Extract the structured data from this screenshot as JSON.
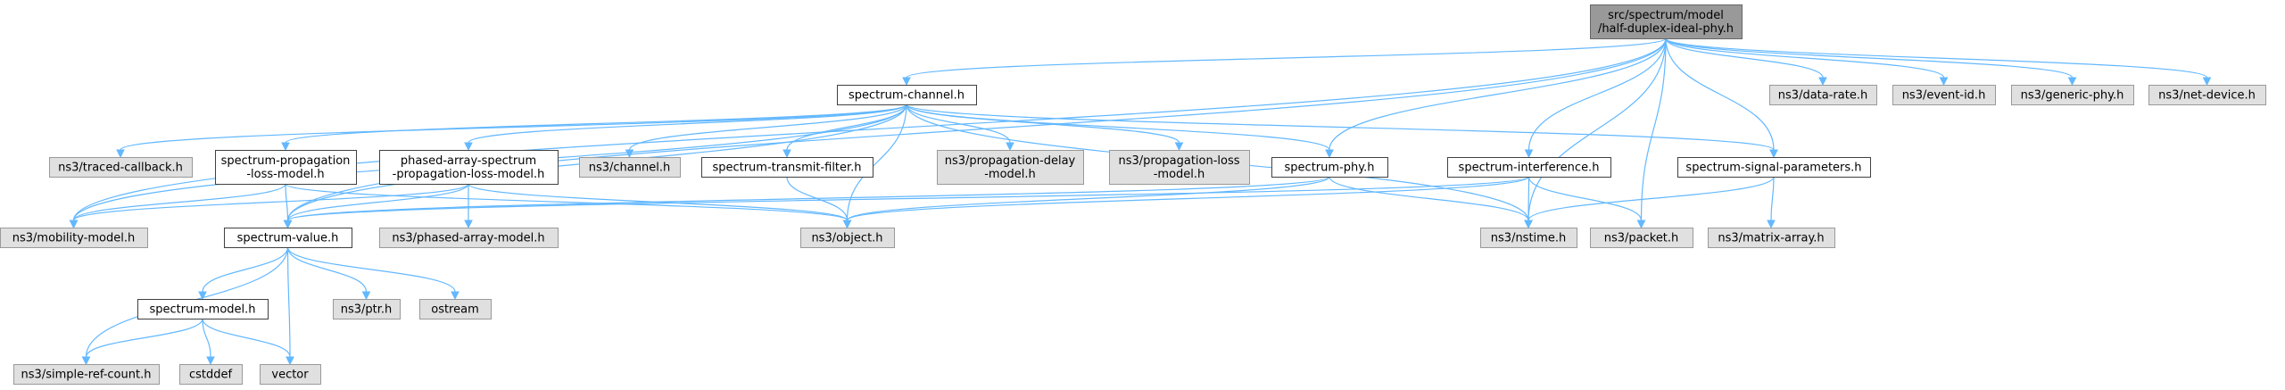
{
  "diagram": {
    "root": "half-duplex-ideal-phy",
    "nodes": [
      {
        "id": "half-duplex-ideal-phy",
        "kind": "root",
        "lines": [
          "src/spectrum/model",
          "/half-duplex-ideal-phy.h"
        ]
      },
      {
        "id": "spectrum-channel",
        "kind": "local",
        "lines": [
          "spectrum-channel.h"
        ]
      },
      {
        "id": "data-rate",
        "kind": "external",
        "lines": [
          "ns3/data-rate.h"
        ]
      },
      {
        "id": "event-id",
        "kind": "external",
        "lines": [
          "ns3/event-id.h"
        ]
      },
      {
        "id": "generic-phy",
        "kind": "external",
        "lines": [
          "ns3/generic-phy.h"
        ]
      },
      {
        "id": "net-device",
        "kind": "external",
        "lines": [
          "ns3/net-device.h"
        ]
      },
      {
        "id": "traced-callback",
        "kind": "external",
        "lines": [
          "ns3/traced-callback.h"
        ]
      },
      {
        "id": "spectrum-propagation-loss-model",
        "kind": "local",
        "lines": [
          "spectrum-propagation",
          "-loss-model.h"
        ]
      },
      {
        "id": "phased-array-spectrum-propagation-loss-model",
        "kind": "local",
        "lines": [
          "phased-array-spectrum",
          "-propagation-loss-model.h"
        ]
      },
      {
        "id": "channel",
        "kind": "external",
        "lines": [
          "ns3/channel.h"
        ]
      },
      {
        "id": "spectrum-transmit-filter",
        "kind": "local",
        "lines": [
          "spectrum-transmit-filter.h"
        ]
      },
      {
        "id": "propagation-delay-model",
        "kind": "external",
        "lines": [
          "ns3/propagation-delay",
          "-model.h"
        ]
      },
      {
        "id": "propagation-loss-model",
        "kind": "external",
        "lines": [
          "ns3/propagation-loss",
          "-model.h"
        ]
      },
      {
        "id": "spectrum-phy",
        "kind": "local",
        "lines": [
          "spectrum-phy.h"
        ]
      },
      {
        "id": "spectrum-interference",
        "kind": "local",
        "lines": [
          "spectrum-interference.h"
        ]
      },
      {
        "id": "spectrum-signal-parameters",
        "kind": "local",
        "lines": [
          "spectrum-signal-parameters.h"
        ]
      },
      {
        "id": "mobility-model",
        "kind": "external",
        "lines": [
          "ns3/mobility-model.h"
        ]
      },
      {
        "id": "spectrum-value",
        "kind": "local",
        "lines": [
          "spectrum-value.h"
        ]
      },
      {
        "id": "phased-array-model",
        "kind": "external",
        "lines": [
          "ns3/phased-array-model.h"
        ]
      },
      {
        "id": "object",
        "kind": "external",
        "lines": [
          "ns3/object.h"
        ]
      },
      {
        "id": "nstime",
        "kind": "external",
        "lines": [
          "ns3/nstime.h"
        ]
      },
      {
        "id": "packet",
        "kind": "external",
        "lines": [
          "ns3/packet.h"
        ]
      },
      {
        "id": "matrix-array",
        "kind": "external",
        "lines": [
          "ns3/matrix-array.h"
        ]
      },
      {
        "id": "spectrum-model",
        "kind": "local",
        "lines": [
          "spectrum-model.h"
        ]
      },
      {
        "id": "ptr",
        "kind": "external",
        "lines": [
          "ns3/ptr.h"
        ]
      },
      {
        "id": "ostream",
        "kind": "external",
        "lines": [
          "ostream"
        ]
      },
      {
        "id": "simple-ref-count",
        "kind": "external",
        "lines": [
          "ns3/simple-ref-count.h"
        ]
      },
      {
        "id": "cstddef",
        "kind": "external",
        "lines": [
          "cstddef"
        ]
      },
      {
        "id": "vector",
        "kind": "external",
        "lines": [
          "vector"
        ]
      }
    ],
    "edges": [
      [
        "half-duplex-ideal-phy",
        "spectrum-channel"
      ],
      [
        "half-duplex-ideal-phy",
        "data-rate"
      ],
      [
        "half-duplex-ideal-phy",
        "event-id"
      ],
      [
        "half-duplex-ideal-phy",
        "generic-phy"
      ],
      [
        "half-duplex-ideal-phy",
        "net-device"
      ],
      [
        "half-duplex-ideal-phy",
        "mobility-model"
      ],
      [
        "half-duplex-ideal-phy",
        "spectrum-value"
      ],
      [
        "half-duplex-ideal-phy",
        "spectrum-phy"
      ],
      [
        "half-duplex-ideal-phy",
        "spectrum-interference"
      ],
      [
        "half-duplex-ideal-phy",
        "spectrum-signal-parameters"
      ],
      [
        "half-duplex-ideal-phy",
        "nstime"
      ],
      [
        "half-duplex-ideal-phy",
        "packet"
      ],
      [
        "spectrum-channel",
        "traced-callback"
      ],
      [
        "spectrum-channel",
        "spectrum-propagation-loss-model"
      ],
      [
        "spectrum-channel",
        "phased-array-spectrum-propagation-loss-model"
      ],
      [
        "spectrum-channel",
        "channel"
      ],
      [
        "spectrum-channel",
        "spectrum-transmit-filter"
      ],
      [
        "spectrum-channel",
        "propagation-delay-model"
      ],
      [
        "spectrum-channel",
        "propagation-loss-model"
      ],
      [
        "spectrum-channel",
        "spectrum-phy"
      ],
      [
        "spectrum-channel",
        "spectrum-signal-parameters"
      ],
      [
        "spectrum-channel",
        "mobility-model"
      ],
      [
        "spectrum-channel",
        "spectrum-value"
      ],
      [
        "spectrum-channel",
        "object"
      ],
      [
        "spectrum-channel",
        "nstime"
      ],
      [
        "spectrum-propagation-loss-model",
        "mobility-model"
      ],
      [
        "spectrum-propagation-loss-model",
        "spectrum-value"
      ],
      [
        "spectrum-propagation-loss-model",
        "object"
      ],
      [
        "phased-array-spectrum-propagation-loss-model",
        "mobility-model"
      ],
      [
        "phased-array-spectrum-propagation-loss-model",
        "spectrum-value"
      ],
      [
        "phased-array-spectrum-propagation-loss-model",
        "phased-array-model"
      ],
      [
        "phased-array-spectrum-propagation-loss-model",
        "object"
      ],
      [
        "spectrum-transmit-filter",
        "object"
      ],
      [
        "spectrum-phy",
        "object"
      ],
      [
        "spectrum-phy",
        "nstime"
      ],
      [
        "spectrum-phy",
        "spectrum-value"
      ],
      [
        "spectrum-interference",
        "spectrum-value"
      ],
      [
        "spectrum-interference",
        "object"
      ],
      [
        "spectrum-interference",
        "nstime"
      ],
      [
        "spectrum-interference",
        "packet"
      ],
      [
        "spectrum-signal-parameters",
        "nstime"
      ],
      [
        "spectrum-signal-parameters",
        "matrix-array"
      ],
      [
        "spectrum-value",
        "spectrum-model"
      ],
      [
        "spectrum-value",
        "ptr"
      ],
      [
        "spectrum-value",
        "ostream"
      ],
      [
        "spectrum-value",
        "simple-ref-count"
      ],
      [
        "spectrum-value",
        "vector"
      ],
      [
        "spectrum-model",
        "simple-ref-count"
      ],
      [
        "spectrum-model",
        "cstddef"
      ],
      [
        "spectrum-model",
        "vector"
      ]
    ]
  }
}
